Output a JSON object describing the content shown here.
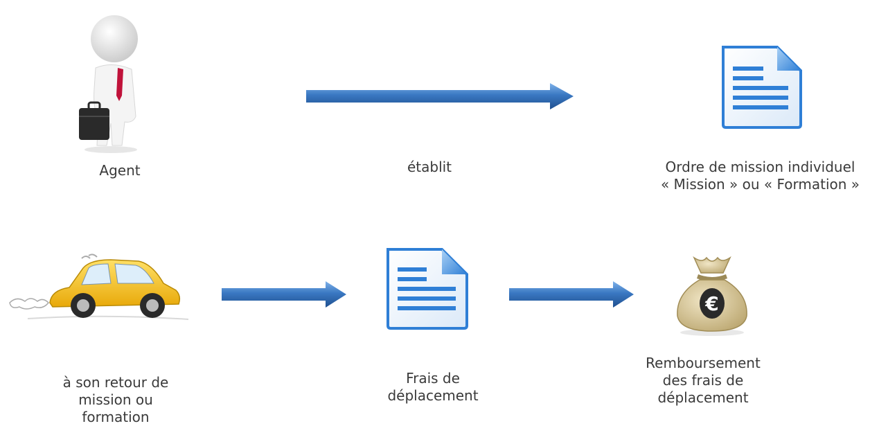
{
  "diagram": {
    "nodes": [
      {
        "id": "agent",
        "icon": "businessman-figure-icon",
        "label_lines": [
          "Agent"
        ]
      },
      {
        "id": "ordre",
        "icon": "document-icon",
        "label_lines": [
          "Ordre de mission individuel",
          "« Mission » ou « Formation »"
        ]
      },
      {
        "id": "retour",
        "icon": "car-icon",
        "label_lines": [
          "à son retour de",
          "mission ou",
          "formation"
        ]
      },
      {
        "id": "frais",
        "icon": "document-icon",
        "label_lines": [
          "Frais de",
          "déplacement"
        ]
      },
      {
        "id": "remboursement",
        "icon": "money-bag-euro-icon",
        "label_lines": [
          "Remboursement",
          "des frais de",
          "déplacement"
        ]
      }
    ],
    "edges": [
      {
        "from": "agent",
        "to": "ordre",
        "label": "établit"
      },
      {
        "from": "retour",
        "to": "frais",
        "label": ""
      },
      {
        "from": "frais",
        "to": "remboursement",
        "label": ""
      }
    ],
    "colors": {
      "arrow": "#3a78c2",
      "document_border": "#2f7fd6",
      "document_lines": "#2f7fd6",
      "car_body": "#f5c518",
      "tie": "#c0123a",
      "money_bag": "#d9c89a"
    }
  }
}
